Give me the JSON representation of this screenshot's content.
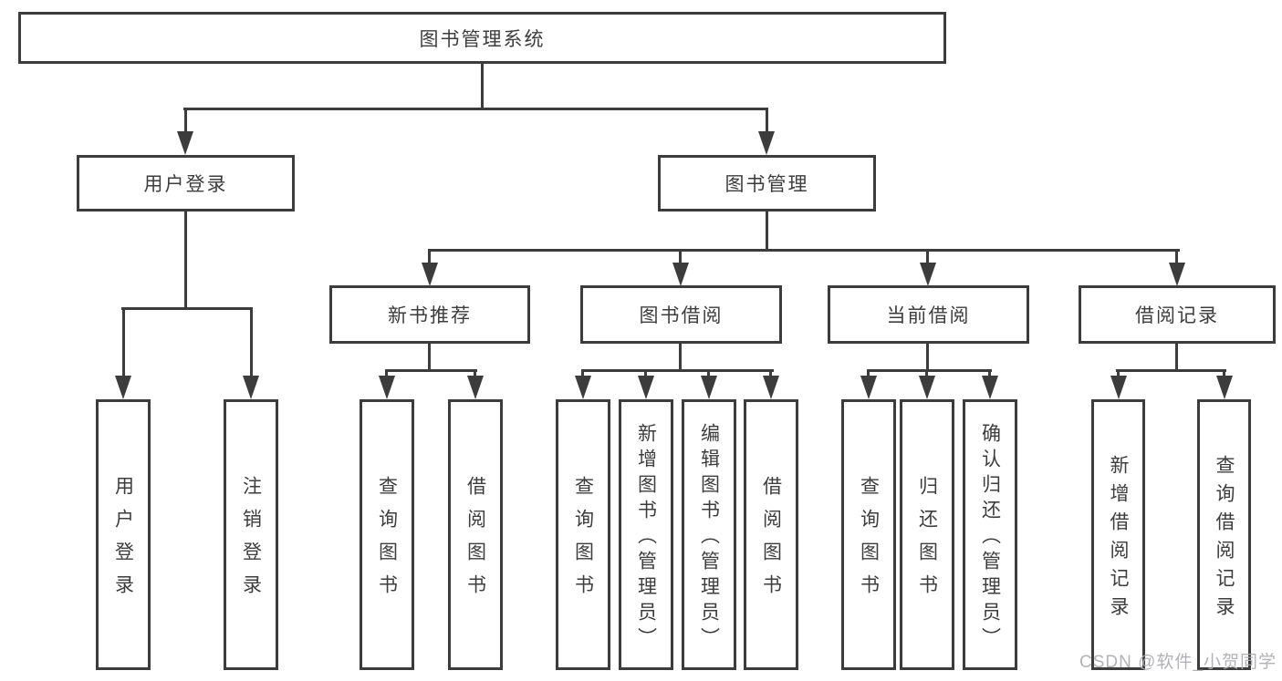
{
  "diagram_type": "hierarchy-tree",
  "tree": {
    "label": "图书管理系统",
    "children": [
      {
        "label": "用户登录",
        "children": [
          {
            "label": "用户登录"
          },
          {
            "label": "注销登录"
          }
        ]
      },
      {
        "label": "图书管理",
        "children": [
          {
            "label": "新书推荐",
            "children": [
              {
                "label": "查询图书"
              },
              {
                "label": "借阅图书"
              }
            ]
          },
          {
            "label": "图书借阅",
            "children": [
              {
                "label": "查询图书"
              },
              {
                "label": "新增图书（管理员）"
              },
              {
                "label": "编辑图书（管理员）"
              },
              {
                "label": "借阅图书"
              }
            ]
          },
          {
            "label": "当前借阅",
            "children": [
              {
                "label": "查询图书"
              },
              {
                "label": "归还图书"
              },
              {
                "label": "确认归还（管理员）"
              }
            ]
          },
          {
            "label": "借阅记录",
            "children": [
              {
                "label": "新增借阅记录"
              },
              {
                "label": "查询借阅记录"
              }
            ]
          }
        ]
      }
    ]
  },
  "watermark": {
    "text": "CSDN @软件_小贺同学"
  },
  "colors": {
    "line": "#3c3c3c",
    "text": "#3d3d3d",
    "background": "#ffffff",
    "watermark": "#ababb1"
  }
}
